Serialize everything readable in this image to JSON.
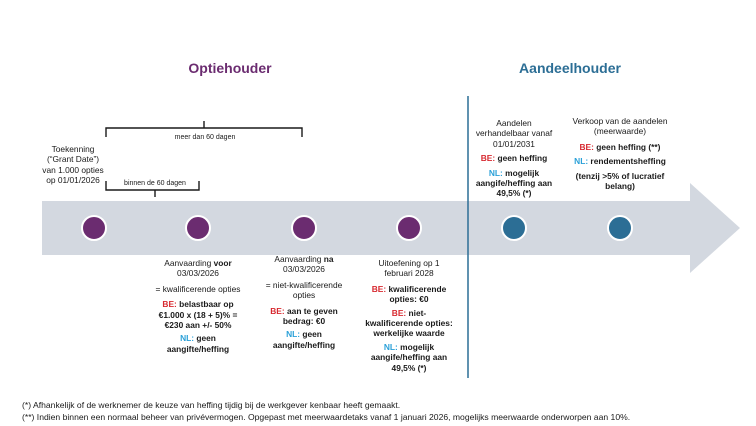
{
  "phases": {
    "left": "Optiehouder",
    "right": "Aandeelhouder"
  },
  "colors": {
    "phase_left": "#6b2c70",
    "phase_right": "#2c6e95",
    "arrow": "#d3d8e0",
    "be": "#d7282f",
    "nl": "#2aa0d8",
    "divider": "#2c6e95"
  },
  "brackets": {
    "long": "meer dan 60 dagen",
    "short": "binnen de 60 dagen"
  },
  "grant": "Toekenning (“Grant Date”) van 1.000 opties op 01/01/2026",
  "milestones": {
    "m2": {
      "title_a": "Aanvaarding ",
      "title_b": "voor",
      "title_c": " 03/03/2026",
      "eq": "= kwalificerende opties",
      "be_label": "BE:",
      "be_text": " belastbaar op €1.000 x (18 + 5)% = €230 aan +/- 50%",
      "nl_label": "NL:",
      "nl_text": " geen aangifte/heffing"
    },
    "m3": {
      "title_a": "Aanvaarding ",
      "title_b": "na",
      "title_c": " 03/03/2026",
      "eq": "= niet-kwalificerende opties",
      "be_label": "BE:",
      "be_text": " aan te geven bedrag: €0",
      "nl_label": "NL:",
      "nl_text": " geen aangifte/heffing"
    },
    "m4": {
      "title": "Uitoefening op 1 februari 2028",
      "be1_label": "BE:",
      "be1_text": " kwalificerende opties: €0",
      "be2_label": "BE:",
      "be2_text": " niet-kwalificerende opties: werkelijke waarde",
      "nl_label": "NL:",
      "nl_text": " mogelijk aangife/heffing aan 49,5% (*)"
    },
    "m5": {
      "title": "Aandelen verhandelbaar vanaf 01/01/2031",
      "be_label": "BE:",
      "be_text": " geen heffing",
      "nl_label": "NL:",
      "nl_text": " mogelijk aangife/heffing aan 49,5% (*)"
    },
    "m6": {
      "title": "Verkoop van de aandelen (meerwaarde)",
      "be_label": "BE:",
      "be_text": " geen heffing (**)",
      "nl_label": "NL:",
      "nl_text": " rendementsheffing",
      "extra": "(tenzij >5% of lucratief belang)"
    }
  },
  "footnotes": [
    "(*) Afhankelijk of de werknemer de keuze van heffing tijdig bij de werkgever kenbaar heeft gemaakt.",
    "(**) Indien binnen een normaal beheer van privévermogen. Opgepast met meerwaardetaks vanaf 1 januari 2026, mogelijks meerwaarde onderworpen aan 10%."
  ]
}
